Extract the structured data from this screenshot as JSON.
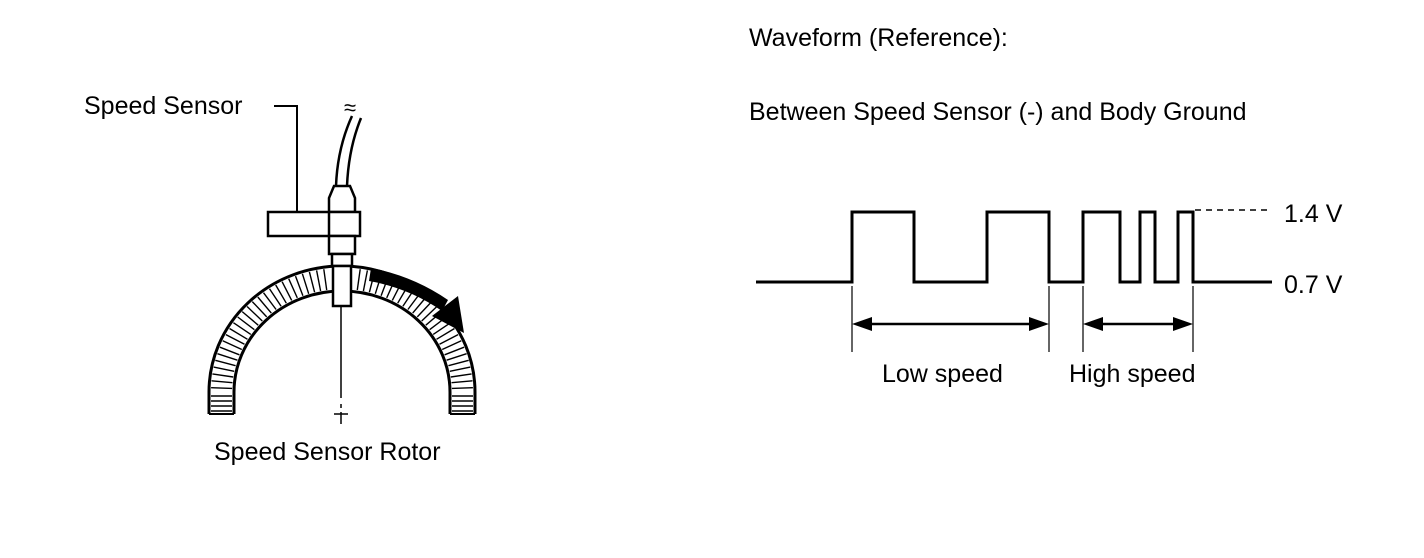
{
  "sensor_figure": {
    "sensor_label": "Speed Sensor",
    "rotor_label": "Speed Sensor Rotor",
    "cable_break_symbol": "≈"
  },
  "waveform": {
    "heading": "Waveform (Reference):",
    "measurement": "Between Speed Sensor (-) and Body Ground",
    "high_level": "1.4 V",
    "low_level": "0.7 V",
    "low_speed_label": "Low speed",
    "high_speed_label": "High speed"
  }
}
